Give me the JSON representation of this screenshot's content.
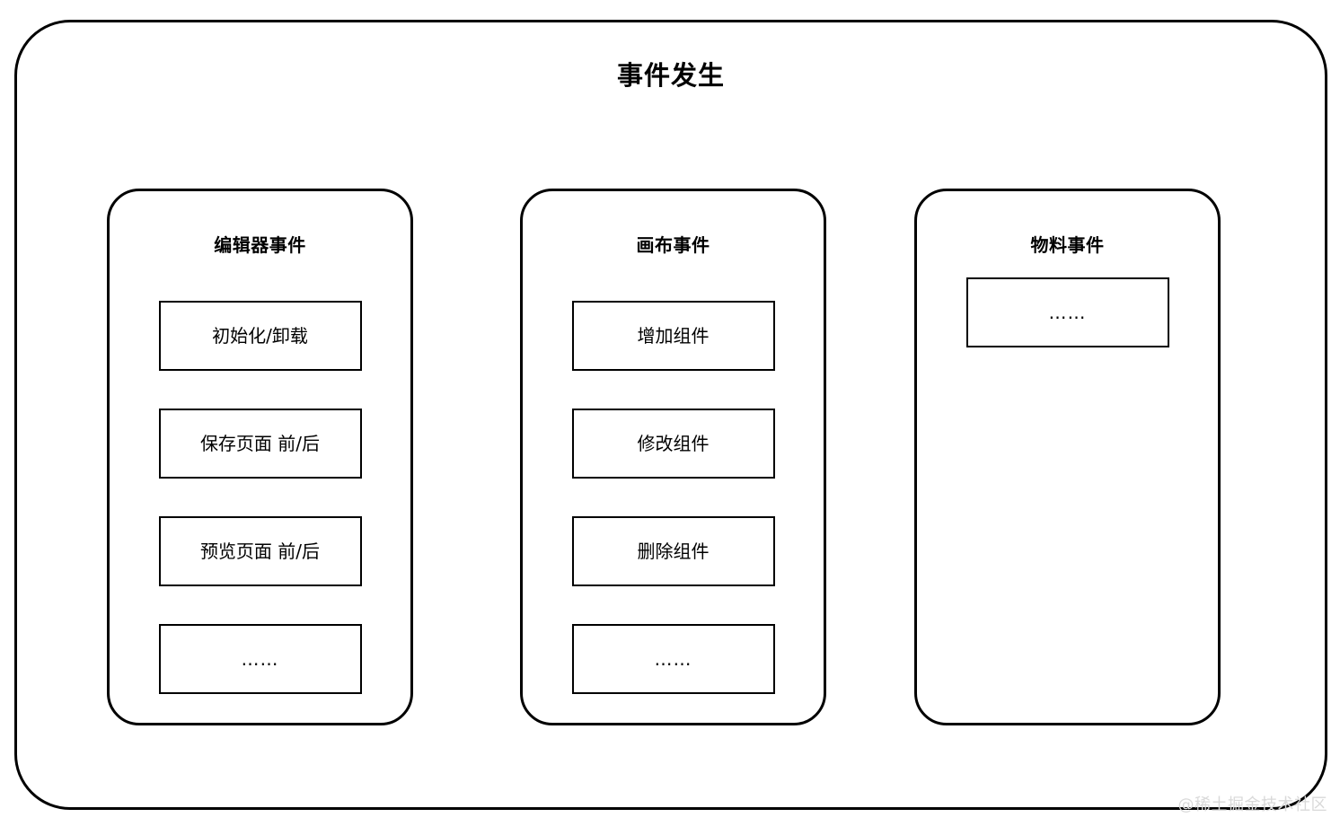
{
  "diagram": {
    "title": "事件发生",
    "columns": [
      {
        "title": "编辑器事件",
        "items": [
          {
            "label": "初始化/卸载"
          },
          {
            "label": "保存页面 前/后"
          },
          {
            "label": "预览页面 前/后"
          },
          {
            "label": "……"
          }
        ]
      },
      {
        "title": "画布事件",
        "items": [
          {
            "label": "增加组件"
          },
          {
            "label": "修改组件"
          },
          {
            "label": "删除组件"
          },
          {
            "label": "……"
          }
        ]
      },
      {
        "title": "物料事件",
        "items": [
          {
            "label": "……"
          }
        ]
      }
    ],
    "watermark": "@稀土掘金技术社区",
    "colors": {
      "stroke": "#000000",
      "background": "#ffffff",
      "watermark": "#d9d9d9"
    }
  }
}
